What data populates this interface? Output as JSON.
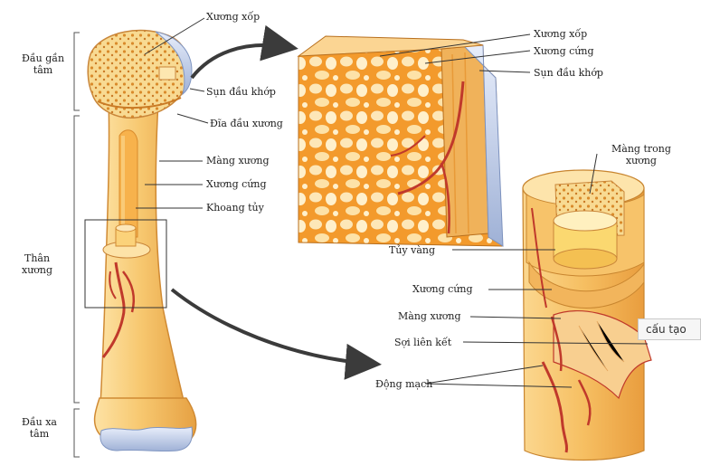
{
  "brackets": [
    {
      "id": "dau-gan-tam",
      "text": "Đầu gần\ntâm"
    },
    {
      "id": "than-xuong",
      "text": "Thân\nxương"
    },
    {
      "id": "dau-xa-tam",
      "text": "Đầu xa\ntâm"
    }
  ],
  "bone_labels": [
    "Xương xốp",
    "Sụn đầu khớp",
    "Đĩa đầu xương",
    "Màng xương",
    "Xương cứng",
    "Khoang tủy"
  ],
  "closeup_labels": [
    "Xương xốp",
    "Xương cứng",
    "Sụn đầu khớp"
  ],
  "section_labels": [
    "Màng trong\nxương",
    "Tủy vàng",
    "Xương cứng",
    "Màng xương",
    "Sợi liên kết",
    "Động mạch"
  ],
  "tooltip": "cấu tạo",
  "colors": {
    "bone": "#f3c267",
    "bone_light": "#fde7b0",
    "bone_dark": "#e0962f",
    "artery": "#c0392b",
    "spongy_bg": "#f6a83a",
    "arrow": "#3b3b3b",
    "cartilage": "#cdd8ee"
  }
}
